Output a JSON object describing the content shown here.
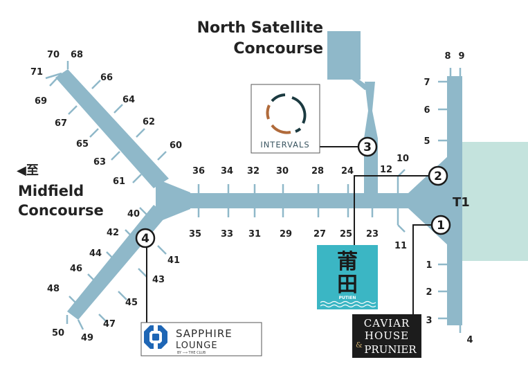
{
  "labels": {
    "north_satellite": [
      "North Satellite",
      "Concourse"
    ],
    "midfield_arrow": "◀至",
    "midfield": [
      "Midfield",
      "Concourse"
    ],
    "terminal": "T1"
  },
  "gates": {
    "g1": "1",
    "g2": "2",
    "g3": "3",
    "g4": "4",
    "g5": "5",
    "g6": "6",
    "g7": "7",
    "g8": "8",
    "g9": "9",
    "g10": "10",
    "g11": "11",
    "g12": "12",
    "g23": "23",
    "g24": "24",
    "g25": "25",
    "g27": "27",
    "g28": "28",
    "g29": "29",
    "g30": "30",
    "g31": "31",
    "g32": "32",
    "g33": "33",
    "g34": "34",
    "g35": "35",
    "g36": "36",
    "g40": "40",
    "g41": "41",
    "g42": "42",
    "g43": "43",
    "g44": "44",
    "g45": "45",
    "g46": "46",
    "g47": "47",
    "g48": "48",
    "g49": "49",
    "g50": "50",
    "g60": "60",
    "g61": "61",
    "g62": "62",
    "g63": "63",
    "g64": "64",
    "g65": "65",
    "g66": "66",
    "g67": "67",
    "g68": "68",
    "g69": "69",
    "g70": "70",
    "g71": "71"
  },
  "markers": {
    "m1": "1",
    "m2": "2",
    "m3": "3",
    "m4": "4"
  },
  "brands": {
    "intervals": "INTERVALS",
    "putien_chars": [
      "莆",
      "田"
    ],
    "putien": "PUTIEN",
    "sapphire": [
      "SAPPHIRE",
      "LOUNGE"
    ],
    "sapphire_sub": "BY ⟶ THE CLUB",
    "caviar": [
      "CAVIAR",
      "HOUSE",
      "PRUNIER"
    ],
    "caviar_amp": "&"
  },
  "colors": {
    "concourse": "#8fb8c9",
    "terminal_block": "#c4e3dd",
    "leader": "#1a1a1a",
    "marker_ring": "#1a1a1a",
    "putien_bg": "#3bb6c4",
    "caviar_bg": "#1c1c1c",
    "sapphire_blue": "#1e66b5",
    "intervals_teal": "#1b3a40",
    "intervals_copper": "#b06a3a"
  }
}
